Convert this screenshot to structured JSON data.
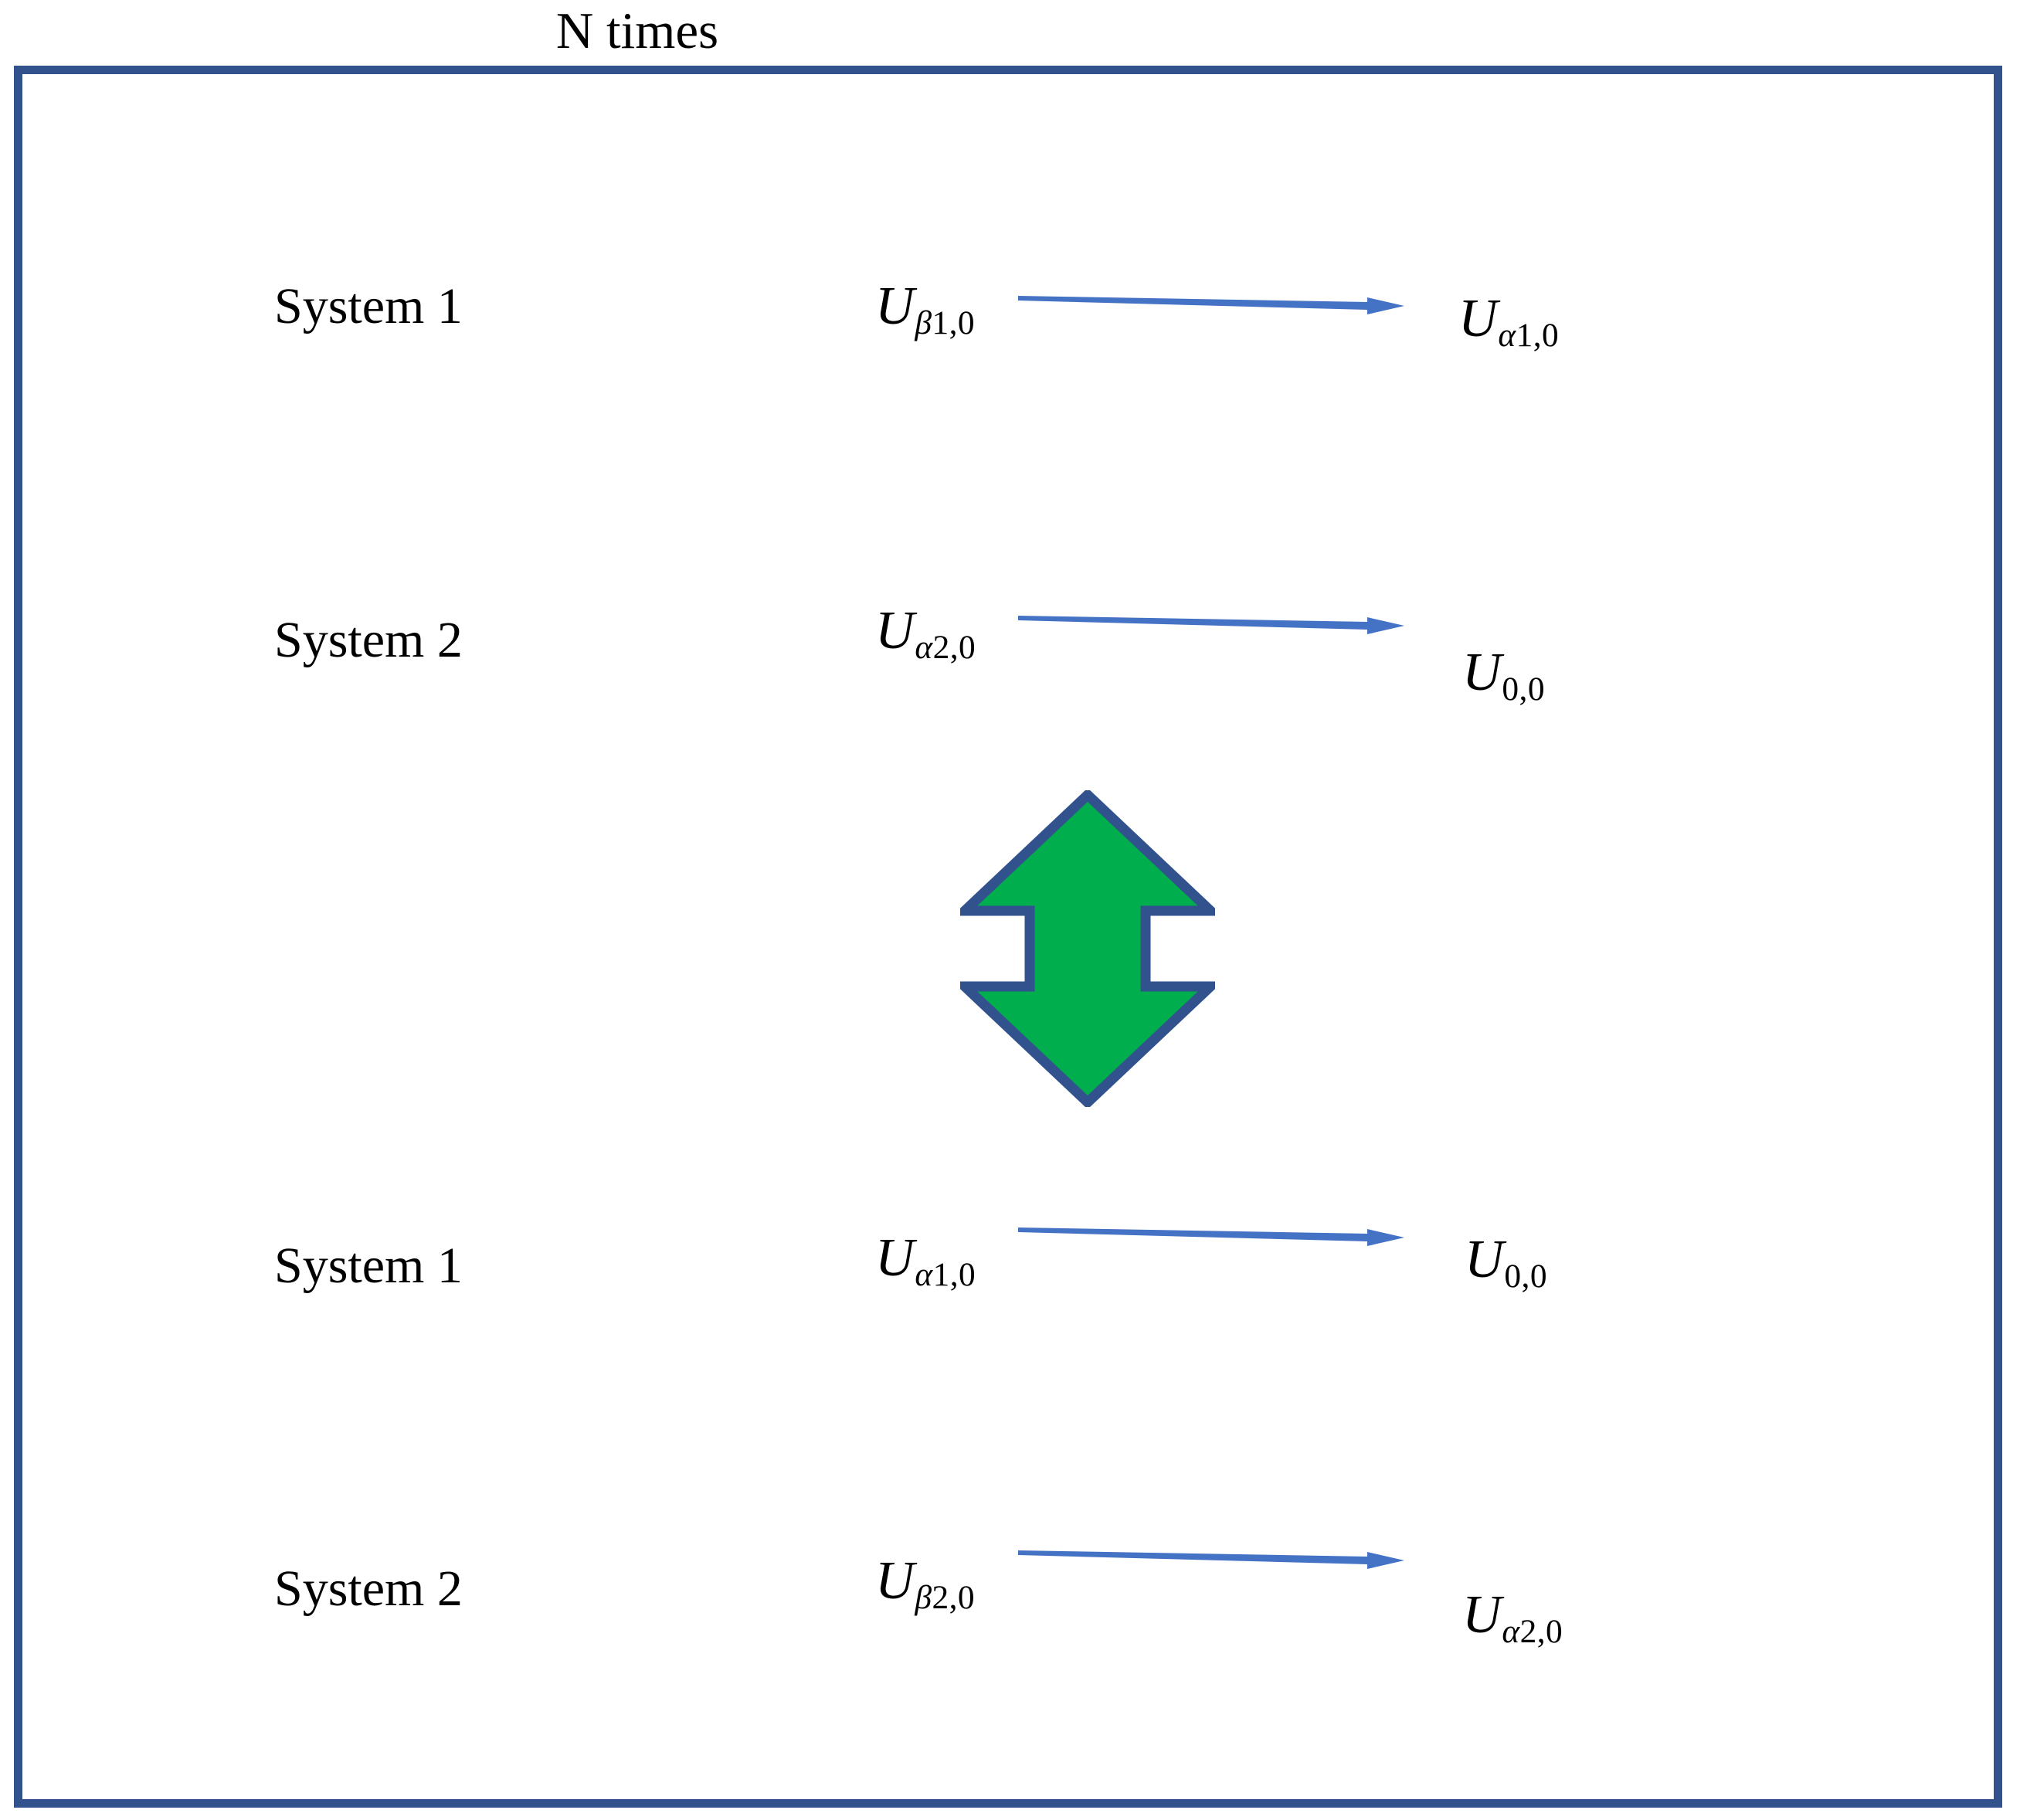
{
  "title": "N times",
  "colors": {
    "frame_border": "#31528C",
    "arrow_blue": "#4472C4",
    "green_fill": "#00AE4D",
    "green_outline": "#31528C",
    "text": "#000000",
    "background": "#FFFFFF"
  },
  "rows": [
    {
      "system_label": "System 1",
      "from_base": "U",
      "from_sub_greek": "β",
      "from_sub_rest": "1,0",
      "from_full": "Uβ1,0",
      "to_base": "U",
      "to_sub_greek": "α",
      "to_sub_rest": "1,0",
      "to_full": "Uα1,0",
      "arrow": "right-arrow"
    },
    {
      "system_label": "System 2",
      "from_base": "U",
      "from_sub_greek": "α",
      "from_sub_rest": "2,0",
      "from_full": "Uα2,0",
      "to_base": "U",
      "to_sub_greek": "",
      "to_sub_rest": "0,0",
      "to_full": "U0,0",
      "arrow": "right-arrow"
    },
    {
      "system_label": "System 1",
      "from_base": "U",
      "from_sub_greek": "α",
      "from_sub_rest": "1,0",
      "from_full": "Uα1,0",
      "to_base": "U",
      "to_sub_greek": "",
      "to_sub_rest": "0,0",
      "to_full": "U0,0",
      "arrow": "right-arrow"
    },
    {
      "system_label": "System 2",
      "from_base": "U",
      "from_sub_greek": "β",
      "from_sub_rest": "2,0",
      "from_full": "Uβ2,0",
      "to_base": "U",
      "to_sub_greek": "α",
      "to_sub_rest": "2,0",
      "to_full": "Uα2,0",
      "arrow": "right-arrow"
    }
  ],
  "middle_connector": {
    "icon": "up-down-double-arrow",
    "label": ""
  }
}
